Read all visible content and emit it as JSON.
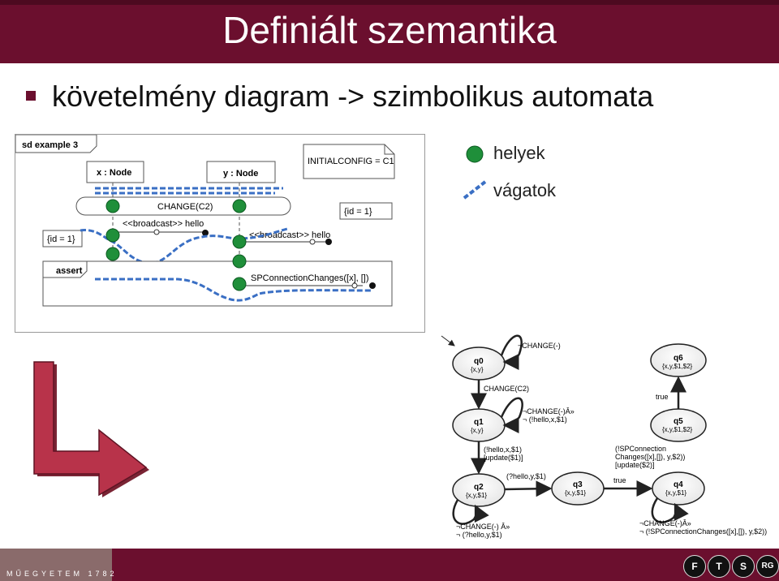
{
  "slide": {
    "title": "Definiált szemantika",
    "subtitle": "követelmény diagram -> szimbolikus automata"
  },
  "legend": {
    "places": "helyek",
    "cuts": "vágatok"
  },
  "sequence": {
    "frame_label": "sd example 3",
    "lifeline_x": "x : Node",
    "lifeline_y": "y : Node",
    "config_note": "INITIALCONFIG = C1",
    "change_label": "CHANGE(C2)",
    "constraint_right": "{id = 1}",
    "broadcast_left": "<<broadcast>> hello",
    "constraint_left": "{id = 1}",
    "broadcast_right": "<<broadcast>> hello",
    "assert_label": "assert",
    "sp_label": "SPConnectionChanges([x], [])"
  },
  "automaton": {
    "states": [
      {
        "name": "q0",
        "vars": "{x,y}"
      },
      {
        "name": "q1",
        "vars": "{x,y}"
      },
      {
        "name": "q2",
        "vars": "{x,y,$1}"
      },
      {
        "name": "q3",
        "vars": "{x,y,$1}"
      },
      {
        "name": "q4",
        "vars": "{x,y,$1}"
      },
      {
        "name": "q5",
        "vars": "{x,y,$1,$2}"
      },
      {
        "name": "q6",
        "vars": "{x,y,$1,$2}"
      }
    ],
    "labels": {
      "q0_loop": "¬CHANGE(-)",
      "q0_q1": "CHANGE(C2)",
      "q1_loop_a": "¬CHANGE(-)Â»",
      "q1_loop_b": "¬ (!hello,x,$1)",
      "q1_q2_a": "(!hello,x,$1)",
      "q1_q2_b": "[update($1)]",
      "q2_q3": "(?hello,y,$1)",
      "q3_q4_a": "(!SPConnection",
      "q3_q4_b": "Changes([x],[]), y,$2))",
      "q3_q4_c": "[update($2)]",
      "q3_q4_true": "true",
      "q5_q6_true": "true",
      "q2_loop_a": "¬CHANGE(-) Â»",
      "q2_loop_b": "¬ (?hello,y,$1)",
      "q4_loop_a": "¬CHANGE(-)Â»",
      "q4_loop_b": "¬ (!SPConnectionChanges([x],[]), y,$2))"
    }
  },
  "footer": {
    "university": "MŰEGYETEM 1782",
    "logos": [
      "F",
      "T",
      "S",
      "RG"
    ]
  },
  "colors": {
    "brand": "#6b0f2e",
    "place": "#1f8f3a",
    "cut": "#3a6fc4",
    "arrow": "#b8334a"
  }
}
